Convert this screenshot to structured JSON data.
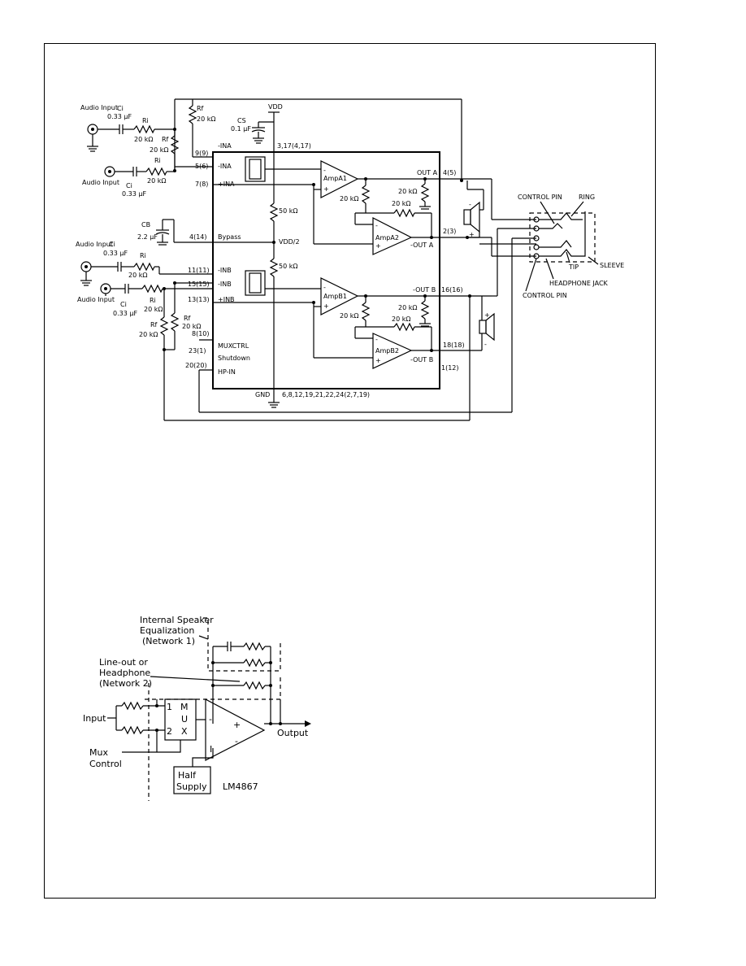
{
  "figure1": {
    "pins": {
      "vdd": "VDD",
      "vdd_pin": "3,17(4,17)",
      "in_b_minus_top": "-INA",
      "pin9": "9(9)",
      "pin5": "5(6)",
      "pin7": "7(8)",
      "in_a1": "-INA",
      "in_a2": "+INA",
      "pin4": "4(14)",
      "bypass": "Bypass",
      "vdd_half": "VDD/2",
      "pin11": "11(11)",
      "pin16": "15(15)",
      "pin13": "13(13)",
      "in_b1": "-INB",
      "in_b2": "-INB",
      "in_b3": "+INB",
      "pin8": "8(10)",
      "muxctrl": "MUXCTRL",
      "pin23": "23(1)",
      "shutdown": "Shutdown",
      "pin20": "20(20)",
      "hpin": "HP-IN",
      "gnd": "GND",
      "gnd_pins": "6,8,12,19,21,22,24(2,7,19)",
      "outa": "OUT A",
      "pin4_5": "4(5)",
      "pin2_3": "2(3)",
      "outa_neg": "-OUT A",
      "outb": "-OUT B",
      "pin16_16": "16(16)",
      "pin18_18": "18(18)",
      "outb2": "-OUT B",
      "pin1_12": "1(12)"
    },
    "amps": {
      "a1": "AmpA1",
      "a2": "AmpA2",
      "b1": "AmpB1",
      "b2": "AmpB2",
      "mux": "MUX"
    },
    "components": {
      "audio_in1": "Audio Input",
      "ci1": "Ci",
      "ci1_val": "0.33 µF",
      "ri1": "Ri",
      "ri1_val": "20 kΩ",
      "rf1": "Rf",
      "rf1_val": "20 kΩ",
      "ri2": "Ri",
      "ri2_val": "20 kΩ",
      "audio_in2": "Audio Input",
      "ci2": "Ci",
      "ci2_val": "0.33 µF",
      "rf_top": "Rf",
      "rf_top_val": "20 kΩ",
      "cs": "CS",
      "cs_val": "0.1 µF",
      "cb": "CB",
      "cb_val": "2.2 µF",
      "audio_in3": "Audio Input",
      "ci3": "Ci",
      "ci3_val": "0.33 µF",
      "ri3": "Ri",
      "ri3_val": "20 kΩ",
      "audio_in4": "Audio Input",
      "ci4": "Ci",
      "ci4_val": "0.33 µF",
      "ri4": "Ri",
      "ri4_val": "20 kΩ",
      "rf4": "Rf",
      "rf4_val": "20 kΩ",
      "rf5": "Rf",
      "rf5_val": "20 kΩ",
      "r50a": "50 kΩ",
      "r50b": "50 kΩ",
      "r20a": "20 kΩ",
      "r20b": "20 kΩ",
      "r20c": "20 kΩ",
      "r20d": "20 kΩ",
      "r20e": "20 kΩ",
      "r20f": "20 kΩ"
    },
    "jack": {
      "control_pin_top": "CONTROL PIN",
      "ring": "RING",
      "tip": "TIP",
      "sleeve": "SLEEVE",
      "headphone_jack": "HEADPHONE JACK",
      "control_pin_bottom": "CONTROL PIN"
    }
  },
  "figure2": {
    "internal_speaker": "Internal Speaker",
    "equalization": "Equalization",
    "network1": "(Network 1)",
    "line_out": "Line-out or",
    "headphone": "Headphone",
    "network2": "(Network 2)",
    "input": "Input",
    "mux_control_1": "Mux",
    "mux_control_2": "Control",
    "mux_1": "1",
    "mux_2": "2",
    "mux_m": "M",
    "mux_u": "U",
    "mux_x": "X",
    "plus": "+",
    "minus": "-",
    "output": "Output",
    "half_supply_1": "Half",
    "half_supply_2": "Supply",
    "part": "LM4867"
  }
}
